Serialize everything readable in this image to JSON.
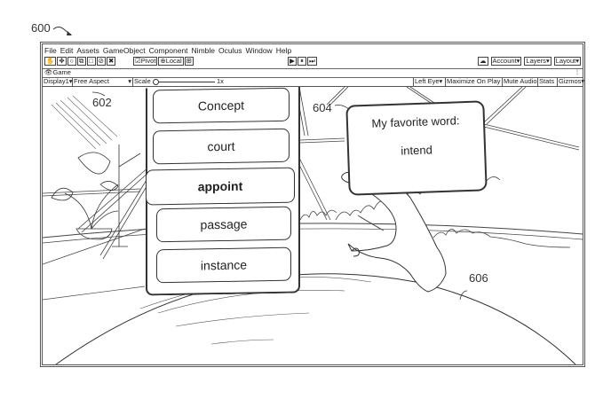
{
  "figure": {
    "ref_window": "600",
    "ref_word_list": "602",
    "ref_favorite_panel": "604",
    "ref_hand": "606"
  },
  "menubar": {
    "items": [
      "File",
      "Edit",
      "Assets",
      "GameObject",
      "Component",
      "Nimble",
      "Oculus",
      "Window",
      "Help"
    ]
  },
  "toolbar": {
    "tools": [
      "hand-tool",
      "move-tool",
      "rotate-tool",
      "scale-tool",
      "rect-tool",
      "transform-tool",
      "custom-tool"
    ],
    "pivot_label": "Pivot",
    "local_label": "Local",
    "grid_label": "⊞",
    "play_controls": [
      "▶",
      "⏸",
      "⏭"
    ],
    "cloud_label": "☁",
    "account_label": "Account",
    "layers_label": "Layers",
    "layout_label": "Layout"
  },
  "game_tab": {
    "label": "Game"
  },
  "game_options": {
    "display": "Display1",
    "aspect": "Free Aspect",
    "scale_label": "Scale",
    "scale_value": "1x",
    "eye": "Left Eye",
    "maximize": "Maximize On Play",
    "mute": "Mute Audio",
    "stats": "Stats",
    "gizmos": "Gizmos"
  },
  "word_list": {
    "items": [
      {
        "label": "Concept",
        "selected": false
      },
      {
        "label": "court",
        "selected": false
      },
      {
        "label": "appoint",
        "selected": true
      },
      {
        "label": "passage",
        "selected": false
      },
      {
        "label": "instance",
        "selected": false
      }
    ]
  },
  "favorite_panel": {
    "title": "My favorite word:",
    "word": "intend"
  }
}
